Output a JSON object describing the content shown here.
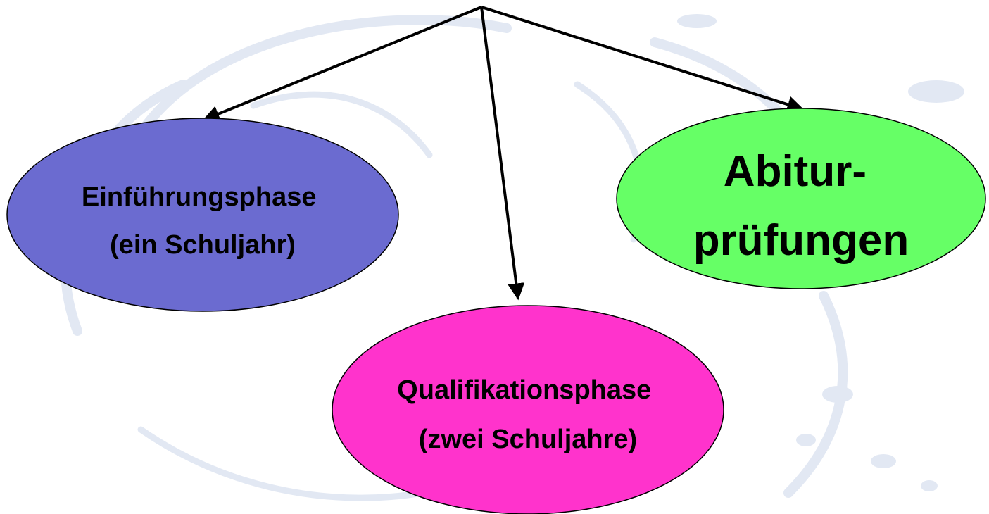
{
  "colors": {
    "background": "#ffffff",
    "watermark": "#e2e8f3",
    "connector": "#000000",
    "outline": "#000000"
  },
  "nodes": [
    {
      "id": "einfuehrungsphase",
      "icon": "ellipse",
      "fill": "#6b6bd0",
      "lines": [
        "Einführungsphase",
        "(ein Schuljahr)"
      ]
    },
    {
      "id": "qualifikationsphase",
      "icon": "ellipse",
      "fill": "#ff33cc",
      "lines": [
        "Qualifikationsphase",
        "(zwei Schuljahre)"
      ]
    },
    {
      "id": "abiturpruefungen",
      "icon": "ellipse",
      "fill": "#66ff66",
      "lines": [
        "Abitur-",
        "prüfungen"
      ]
    }
  ]
}
